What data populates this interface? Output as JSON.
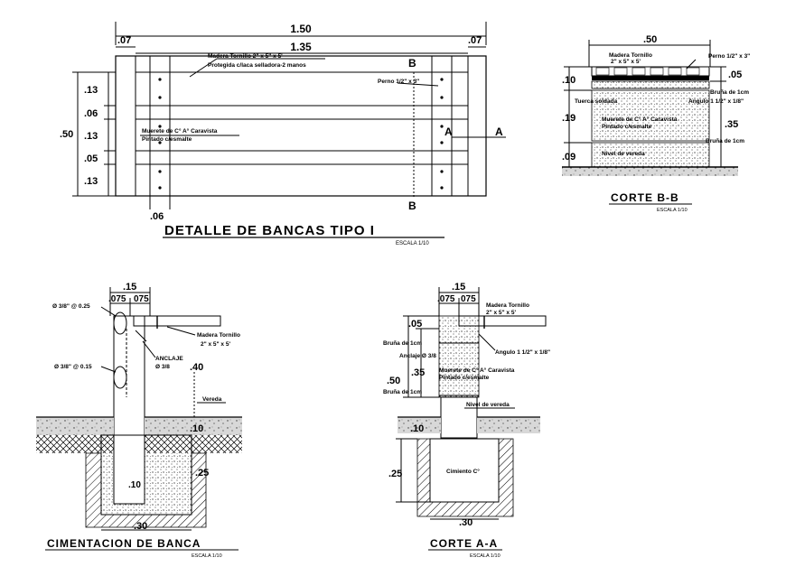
{
  "plan": {
    "title": "DETALLE DE BANCAS TIPO I",
    "scale": "ESCALA 1/10",
    "dim_total": "1.50",
    "dim_inner": "1.35",
    "dim_left": ".07",
    "dim_right": ".07",
    "dim_height": ".50",
    "dim_rows": [
      ".13",
      ".06",
      ".13",
      ".05",
      ".13"
    ],
    "dim_bottom": ".06",
    "label_wood": "Madera Tornillo 2\" x 5\" x 5'",
    "label_protect": "Protegida c/laca selladora-2 manos",
    "label_bolt": "Perno 1/2\" x 3\"",
    "label_wall": "Muerete de C° A° Caravista",
    "label_paint": "Pintado c/esmalte",
    "cut_b": "B",
    "cut_a": "A"
  },
  "corte_bb": {
    "title": "CORTE B-B",
    "scale": "ESCALA 1/10",
    "dim_top": ".50",
    "dim_05": ".05",
    "dim_10": ".10",
    "dim_19": ".19",
    "dim_35": ".35",
    "dim_09": ".09",
    "label_wood": "Madera Tornillo",
    "label_wood2": "2\" x 5\" x 5'",
    "label_bolt": "Perno 1/2\" x 3\"",
    "label_bruna": "Bruña de 1cm",
    "label_weld": "Tuerca soldada",
    "label_angle": "Angulo 1 1/2\" x 1/8\"",
    "label_wall": "Muerete de C° A° Caravista",
    "label_paint": "Pintado c/esmalte",
    "label_bruna2": "Bruña de 1cm",
    "label_vereda": "Nivel de vereda"
  },
  "cimentacion": {
    "title": "CIMENTACION DE BANCA",
    "scale": "ESCALA 1/10",
    "dim_15": ".15",
    "dim_075a": ".075",
    "dim_075b": "075",
    "label_rebar1": "Ø 3/8\" @ 0.25",
    "label_rebar2": "Ø 3/8\" @ 0.15",
    "label_wood": "Madera Tornillo",
    "label_wood2": "2\" x 5\" x 5'",
    "label_anchor": "ANCLAJE",
    "label_anchor2": "Ø 3/8",
    "dim_40": ".40",
    "label_vereda": "Vereda",
    "dim_10a": ".10",
    "dim_25": ".25",
    "dim_10b": ".10",
    "dim_30": ".30"
  },
  "corte_aa": {
    "title": "CORTE A-A",
    "scale": "ESCALA 1/10",
    "dim_15": ".15",
    "dim_075a": ".075",
    "dim_075b": "075",
    "label_wood": "Madera Tornillo",
    "label_wood2": "2\" x 5\" x 5'",
    "dim_05": ".05",
    "label_bruna": "Bruña de 1cm",
    "label_angle": "Angulo 1 1/2\" x 1/8\"",
    "label_anchor": "Anclaje Ø 3/8",
    "dim_50": ".50",
    "dim_35": ".35",
    "label_wall": "Muerete de C° A° Caravista",
    "label_paint": "Pintado c/esmalte",
    "label_bruna2": "Bruña de 1cm",
    "label_vereda": "Nivel de vereda",
    "dim_10": ".10",
    "dim_25": ".25",
    "label_cimiento": "Cimiento C°",
    "dim_30": ".30"
  }
}
